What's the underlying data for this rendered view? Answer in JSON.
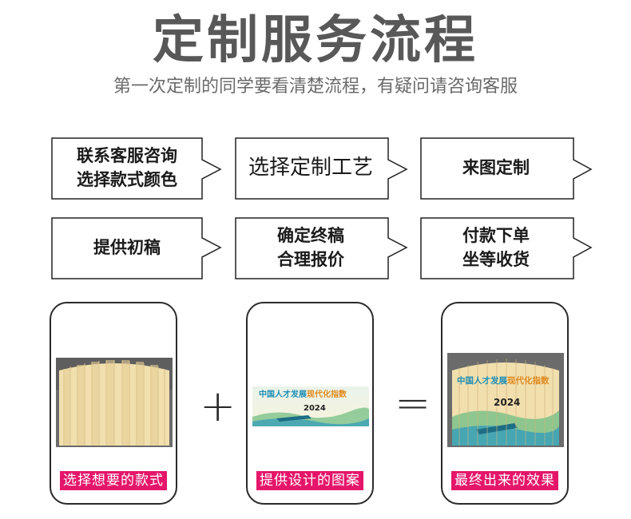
{
  "header": {
    "title": "定制服务流程",
    "subtitle": "第一次定制的同学要看清楚流程，有疑问请咨询客服"
  },
  "steps": [
    {
      "label": "联系客服咨询\n选择款式颜色"
    },
    {
      "label": "选择定制工艺"
    },
    {
      "label": "来图定制"
    },
    {
      "label": "提供初稿"
    },
    {
      "label": "确定终稿\n合理报价"
    },
    {
      "label": "付款下单\n坐等收货"
    }
  ],
  "cards": [
    {
      "caption": "选择想要的款式"
    },
    {
      "caption": "提供设计的图案"
    },
    {
      "caption": "最终出来的效果"
    }
  ],
  "operators": {
    "plus": "+",
    "equals": "="
  },
  "artwork": {
    "title_part1": "中国人才发展",
    "title_part2": "现代化指数",
    "year": "2024"
  },
  "colors": {
    "caption_bg": "#e5166a",
    "title": "#585858",
    "paper": "#f2dfb0"
  }
}
